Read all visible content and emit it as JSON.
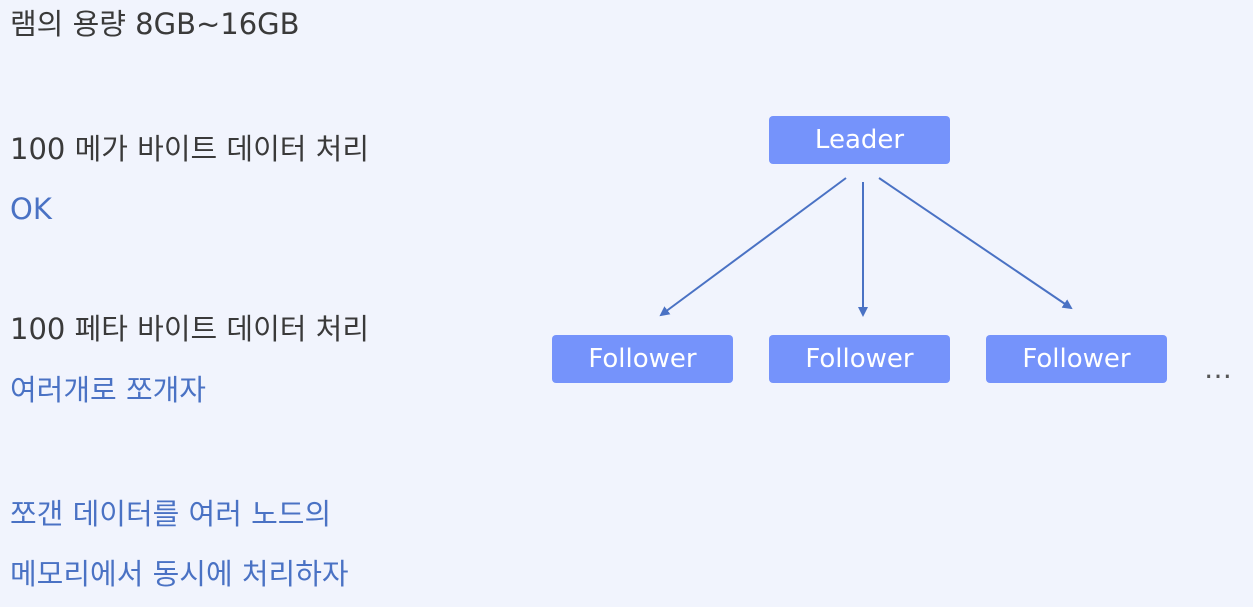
{
  "left_text": {
    "ram": "램의 용량 8GB~16GB",
    "mega_line": "100 메가 바이트 데이터 처리",
    "mega_result": "OK",
    "peta_line": "100 페타 바이트 데이터 처리",
    "peta_result": "여러개로 쪼개자",
    "summary_1": "쪼갠 데이터를 여러 노드의",
    "summary_2": "메모리에서 동시에 처리하자"
  },
  "diagram": {
    "leader_label": "Leader",
    "follower_labels": [
      "Follower",
      "Follower",
      "Follower"
    ],
    "more": "…"
  },
  "colors": {
    "background": "#f1f4fd",
    "node_fill": "#7593fb",
    "edge": "#4a72c4",
    "accent_text": "#4a72c4"
  }
}
